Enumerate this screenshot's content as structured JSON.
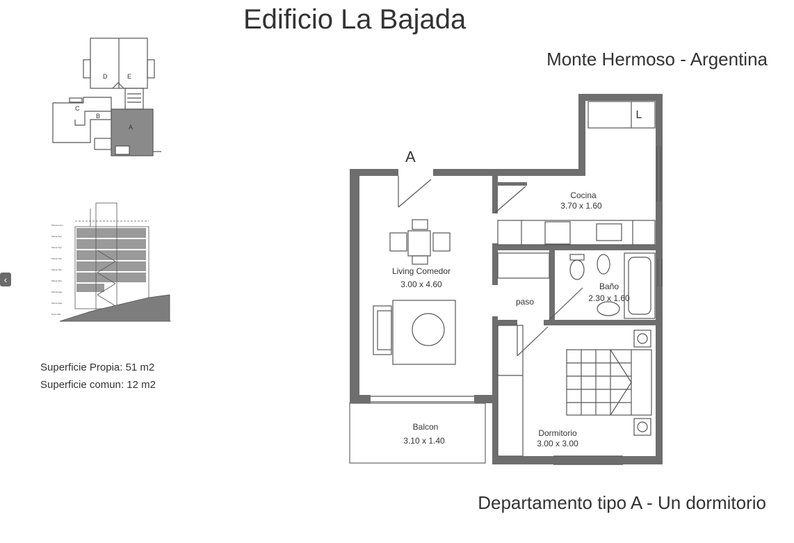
{
  "header": {
    "title": "Edificio La Bajada",
    "location": "Monte Hermoso - Argentina"
  },
  "footer": {
    "caption": "Departamento tipo A - Un dormitorio"
  },
  "areas": {
    "own": "Superficie Propia: 51 m2",
    "common": "Superficie comun: 12 m2"
  },
  "key_plan": {
    "units": [
      "D",
      "E",
      "C",
      "B",
      "A"
    ],
    "highlighted_unit": "A"
  },
  "plan": {
    "entrance_label": "A",
    "laundry_label": "L",
    "rooms": [
      {
        "name": "Cocina",
        "size": "3.70 x 1.60"
      },
      {
        "name": "Living Comedor",
        "size": "3.00 x 4.60"
      },
      {
        "name": "Baño",
        "size": "2.30 x 1.60"
      },
      {
        "name": "paso",
        "size": ""
      },
      {
        "name": "Balcon",
        "size": "3.10 x 1.40"
      },
      {
        "name": "Dormitorio",
        "size": "3.00 x 3.00"
      }
    ]
  },
  "colors": {
    "wall": "#6e6e6e",
    "highlight": "#8a8a8a",
    "line": "#555555"
  }
}
